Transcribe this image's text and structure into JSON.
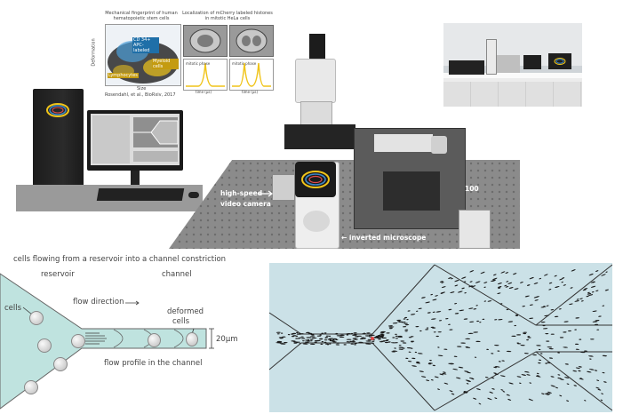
{
  "plots": {
    "left_title": "Mechanical fingerprint of human hematopoietic stem cells",
    "right_title": "Localization of mCherry labeled histones in mitotic HeLa cells",
    "y_label": "Deformation",
    "x_label": "Size",
    "tag1": "CD 34+ APC-labeled",
    "tag2": "Lymphocytes",
    "tag3": "Myeloid cells",
    "inner_label": "mitotic phase",
    "axis_label": "time (µs)",
    "citation": "Rosendahl, et al., BioRxiv, 2017"
  },
  "setup": {
    "high_speed_line1": "high-speed",
    "high_speed_line2": "video camera",
    "inverted_microscope": "← inverted microscope",
    "side_text": "100"
  },
  "diagram": {
    "caption": "cells flowing from a reservoir into a channel constriction",
    "reservoir": "reservoir",
    "channel": "channel",
    "flow_direction": "flow direction",
    "cells": "cells",
    "deformed_line1": "deformed",
    "deformed_line2": "cells",
    "scale": "20µm",
    "flow_profile": "flow profile in the channel"
  },
  "colors": {
    "channel_fill": "#bfe3df",
    "cell_fill": "#d6d6d6",
    "accent_yellow": "#f0c419",
    "accent_blue": "#3a86c8"
  }
}
